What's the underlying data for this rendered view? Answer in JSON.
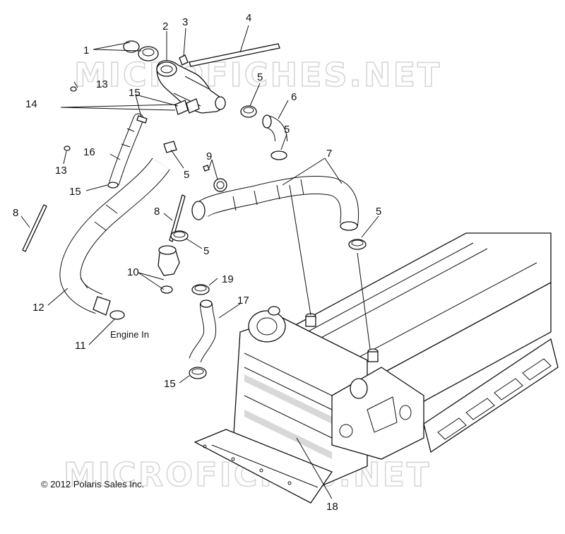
{
  "watermark": "MICROFICHES.NET",
  "copyright": "© 2012 Polaris Sales Inc.",
  "engine_in_label": "Engine In",
  "callouts": {
    "c1": "1",
    "c2": "2",
    "c3": "3",
    "c4": "4",
    "c5a": "5",
    "c5b": "5",
    "c5c": "5",
    "c5d": "5",
    "c5e": "5",
    "c6": "6",
    "c7": "7",
    "c8a": "8",
    "c8b": "8",
    "c9": "9",
    "c10": "10",
    "c11": "11",
    "c12": "12",
    "c13a": "13",
    "c13b": "13",
    "c14": "14",
    "c15a": "15",
    "c15b": "15",
    "c15c": "15",
    "c16": "16",
    "c17": "17",
    "c18": "18",
    "c19": "19"
  }
}
